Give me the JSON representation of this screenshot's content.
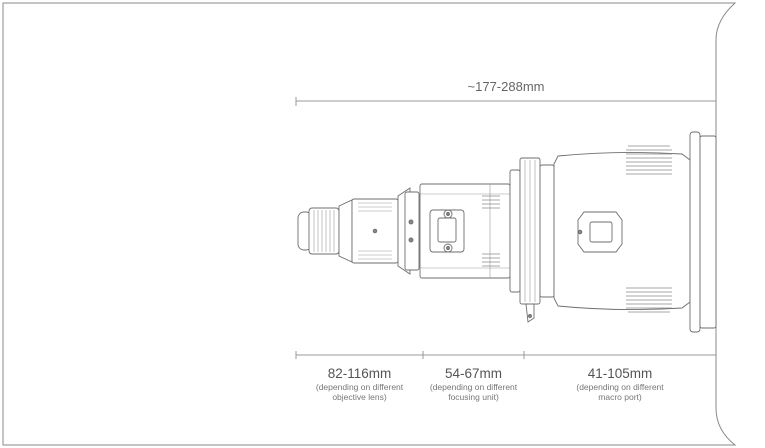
{
  "total_dimension": "~177-288mm",
  "segments": [
    {
      "size": "82-116mm",
      "note_line1": "(depending on different",
      "note_line2": "objective lens)"
    },
    {
      "size": "54-67mm",
      "note_line1": "(depending on different",
      "note_line2": "focusing unit)"
    },
    {
      "size": "41-105mm",
      "note_line1": "(depending on different",
      "note_line2": "macro port)"
    }
  ],
  "colors": {
    "stroke": "#7a7a7a",
    "text": "#555555",
    "background": "#ffffff"
  }
}
